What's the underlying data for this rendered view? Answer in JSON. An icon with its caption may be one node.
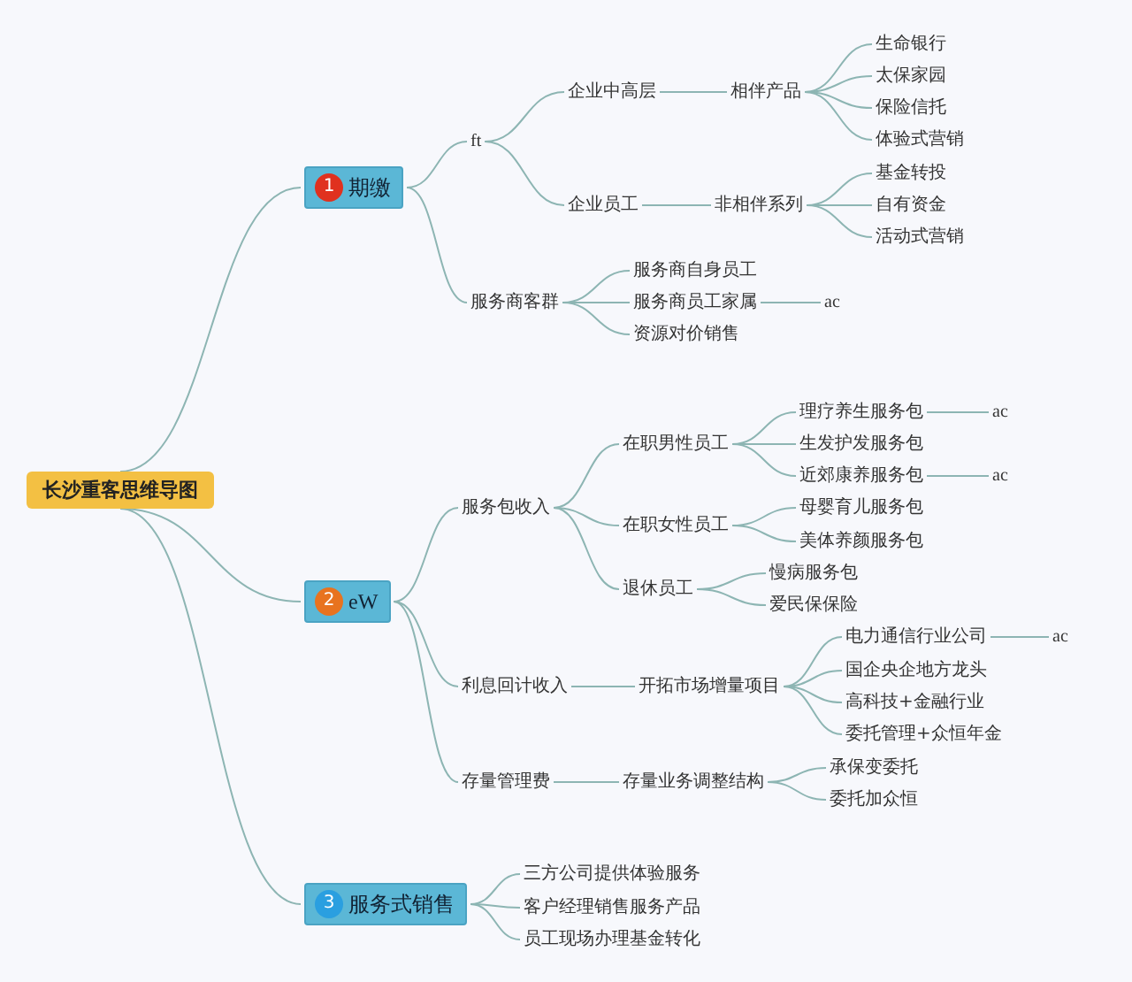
{
  "diagram": {
    "nodes": [
      {
        "text": [
          "长沙重客思维导图"
        ]
      },
      {
        "text": [
          "1",
          "期缴"
        ]
      },
      {
        "text": [
          "ft"
        ]
      },
      {
        "text": [
          "企业中高层"
        ]
      },
      {
        "text": [
          "相伴产品"
        ]
      },
      {
        "text": [
          "生命银行"
        ]
      },
      {
        "text": [
          "太保家园"
        ]
      },
      {
        "text": [
          "保险信托"
        ]
      },
      {
        "text": [
          "体验式营销"
        ]
      },
      {
        "text": [
          "企业员工"
        ]
      },
      {
        "text": [
          "非相伴系列"
        ]
      },
      {
        "text": [
          "基金转投"
        ]
      },
      {
        "text": [
          "自有资金"
        ]
      },
      {
        "text": [
          "活动式营销"
        ]
      },
      {
        "text": [
          "服务商客群"
        ]
      },
      {
        "text": [
          "服务商自身员工"
        ]
      },
      {
        "text": [
          "服务商员工家属"
        ]
      },
      {
        "text": [
          "ac"
        ]
      },
      {
        "text": [
          "资源对价销售"
        ]
      },
      {
        "text": [
          "2",
          "eW"
        ]
      },
      {
        "text": [
          "服务包收入"
        ]
      },
      {
        "text": [
          "在职男性员工"
        ]
      },
      {
        "text": [
          "理疗养生服务包"
        ]
      },
      {
        "text": [
          "ac"
        ]
      },
      {
        "text": [
          "生发护发服务包"
        ]
      },
      {
        "text": [
          "近郊康养服务包"
        ]
      },
      {
        "text": [
          "ac"
        ]
      },
      {
        "text": [
          "在职女性员工"
        ]
      },
      {
        "text": [
          "母婴育儿服务包"
        ]
      },
      {
        "text": [
          "美体养颜服务包"
        ]
      },
      {
        "text": [
          "退休员工"
        ]
      },
      {
        "text": [
          "慢病服务包"
        ]
      },
      {
        "text": [
          "爱民保保险"
        ]
      },
      {
        "text": [
          "利息回计收入"
        ]
      },
      {
        "text": [
          "开拓市场增量项目"
        ]
      },
      {
        "text": [
          "电力通信行业公司"
        ]
      },
      {
        "text": [
          "ac"
        ]
      },
      {
        "text": [
          "国企央企地方龙头"
        ]
      },
      {
        "text": [
          "高科技+金融行业"
        ]
      },
      {
        "text": [
          "委托管理+众恒年金"
        ]
      },
      {
        "text": [
          "存量管理费"
        ]
      },
      {
        "text": [
          "存量业务调整结构"
        ]
      },
      {
        "text": [
          "承保变委托"
        ]
      },
      {
        "text": [
          "委托加众恒"
        ]
      },
      {
        "text": [
          "3",
          "服务式销售"
        ]
      },
      {
        "text": [
          "三方公司提供体验服务"
        ]
      },
      {
        "text": [
          "客户经理销售服务产品"
        ]
      },
      {
        "text": [
          "员工现场办理基金转化"
        ]
      }
    ],
    "edges": [
      {
        "from": 0,
        "to": 1,
        "arrow": "none"
      },
      {
        "from": 1,
        "to": 2,
        "arrow": "none"
      },
      {
        "from": 2,
        "to": 3,
        "arrow": "none"
      },
      {
        "from": 3,
        "to": 4,
        "arrow": "none"
      },
      {
        "from": 4,
        "to": 5,
        "arrow": "none"
      },
      {
        "from": 4,
        "to": 6,
        "arrow": "none"
      },
      {
        "from": 4,
        "to": 7,
        "arrow": "none"
      },
      {
        "from": 4,
        "to": 8,
        "arrow": "none"
      },
      {
        "from": 2,
        "to": 9,
        "arrow": "none"
      },
      {
        "from": 9,
        "to": 10,
        "arrow": "none"
      },
      {
        "from": 10,
        "to": 11,
        "arrow": "none"
      },
      {
        "from": 10,
        "to": 12,
        "arrow": "none"
      },
      {
        "from": 10,
        "to": 13,
        "arrow": "none"
      },
      {
        "from": 1,
        "to": 14,
        "arrow": "none"
      },
      {
        "from": 14,
        "to": 15,
        "arrow": "none"
      },
      {
        "from": 14,
        "to": 16,
        "arrow": "none"
      },
      {
        "from": 16,
        "to": 17,
        "arrow": "none"
      },
      {
        "from": 14,
        "to": 18,
        "arrow": "none"
      },
      {
        "from": 0,
        "to": 19,
        "arrow": "none"
      },
      {
        "from": 19,
        "to": 20,
        "arrow": "none"
      },
      {
        "from": 20,
        "to": 21,
        "arrow": "none"
      },
      {
        "from": 21,
        "to": 22,
        "arrow": "none"
      },
      {
        "from": 22,
        "to": 23,
        "arrow": "none"
      },
      {
        "from": 21,
        "to": 24,
        "arrow": "none"
      },
      {
        "from": 21,
        "to": 25,
        "arrow": "none"
      },
      {
        "from": 25,
        "to": 26,
        "arrow": "none"
      },
      {
        "from": 20,
        "to": 27,
        "arrow": "none"
      },
      {
        "from": 27,
        "to": 28,
        "arrow": "none"
      },
      {
        "from": 27,
        "to": 29,
        "arrow": "none"
      },
      {
        "from": 20,
        "to": 30,
        "arrow": "none"
      },
      {
        "from": 30,
        "to": 31,
        "arrow": "none"
      },
      {
        "from": 30,
        "to": 32,
        "arrow": "none"
      },
      {
        "from": 19,
        "to": 33,
        "arrow": "none"
      },
      {
        "from": 33,
        "to": 34,
        "arrow": "none"
      },
      {
        "from": 34,
        "to": 35,
        "arrow": "none"
      },
      {
        "from": 35,
        "to": 36,
        "arrow": "none"
      },
      {
        "from": 34,
        "to": 37,
        "arrow": "none"
      },
      {
        "from": 34,
        "to": 38,
        "arrow": "none"
      },
      {
        "from": 34,
        "to": 39,
        "arrow": "none"
      },
      {
        "from": 19,
        "to": 40,
        "arrow": "none"
      },
      {
        "from": 40,
        "to": 41,
        "arrow": "none"
      },
      {
        "from": 41,
        "to": 42,
        "arrow": "none"
      },
      {
        "from": 41,
        "to": 43,
        "arrow": "none"
      },
      {
        "from": 0,
        "to": 44,
        "arrow": "none"
      },
      {
        "from": 44,
        "to": 45,
        "arrow": "none"
      },
      {
        "from": 44,
        "to": 46,
        "arrow": "none"
      },
      {
        "from": 44,
        "to": 47,
        "arrow": "none"
      }
    ]
  }
}
